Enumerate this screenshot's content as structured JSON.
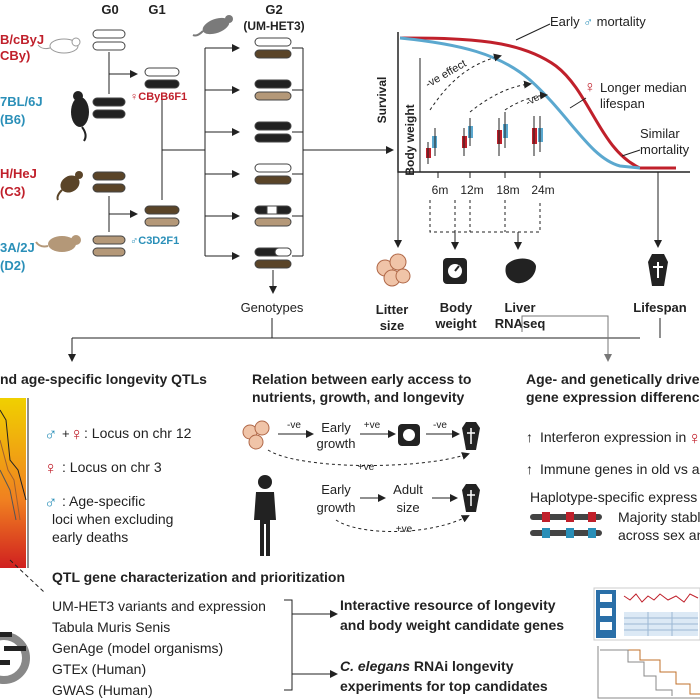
{
  "generations": {
    "g0": "G0",
    "g1": "G1",
    "g2": "G2",
    "g2_sub": "(UM-HET3)"
  },
  "strains": [
    {
      "name": "B/cByJ",
      "abbr": "CBy)",
      "color": "#c0202b"
    },
    {
      "name": "7BL/6J",
      "abbr": "(B6)",
      "color": "#2a8fb8"
    },
    {
      "name": "H/HeJ",
      "abbr": "(C3)",
      "color": "#c0202b"
    },
    {
      "name": "3A/2J",
      "abbr": "(D2)",
      "color": "#2a8fb8"
    }
  ],
  "f1": {
    "female": "♀CByB6F1",
    "male": "♂C3D2F1"
  },
  "survival": {
    "ylabel": "Survival",
    "inset_ylabel": "Body weight",
    "ages": [
      "6m",
      "12m",
      "18m",
      "24m"
    ],
    "effect_big": "-ve effect",
    "effect_small": "-ve",
    "ann_early": "Early",
    "ann_early_tail": "mortality",
    "ann_median_1": "Longer median",
    "ann_median_2": "lifespan",
    "ann_similar_1": "Similar",
    "ann_similar_2": "mortality"
  },
  "outcomes": {
    "genotypes": "Genotypes",
    "litter_1": "Litter",
    "litter_2": "size",
    "weight_1": "Body",
    "weight_2": "weight",
    "liver_1": "Liver",
    "liver_2": "RNAseq",
    "lifespan": "Lifespan"
  },
  "left_panel": {
    "title": "nd age-specific longevity QTLs",
    "l1": ": Locus on chr 12",
    "l2": ": Locus on chr 3",
    "l3a": ": Age-specific",
    "l3b": "loci when excluding",
    "l3c": "early deaths"
  },
  "mid_panel": {
    "title1": "Relation between early access to",
    "title2": "nutrients, growth, and longevity",
    "neg": "-ve",
    "pos": "+ve",
    "early1": "Early",
    "early2": "growth",
    "adult1": "Adult",
    "adult2": "size"
  },
  "right_panel": {
    "title1": "Age- and genetically drive",
    "title2": "gene expression differenc",
    "i1": "Interferon expression in",
    "i2": "Immune genes in old vs a",
    "hap": "Haplotype-specific express",
    "maj1": "Majority stabl",
    "maj2": "across sex an"
  },
  "qtl": {
    "title": "QTL gene characterization and prioritization",
    "sources": [
      "UM-HET3 variants and expression",
      "Tabula Muris Senis",
      "GenAge (model organisms)",
      "GTEx (Human)",
      "GWAS (Human)"
    ],
    "out1a": "Interactive resource of longevity",
    "out1b": "and body weight candidate genes",
    "out2a": "C. elegans",
    "out2b": " RNAi longevity",
    "out2c": "experiments for top candidates"
  },
  "colors": {
    "red": "#c0202b",
    "blue": "#2a8fb8",
    "dark": "#222222",
    "brown": "#5a4428",
    "tan": "#a08c6c"
  }
}
